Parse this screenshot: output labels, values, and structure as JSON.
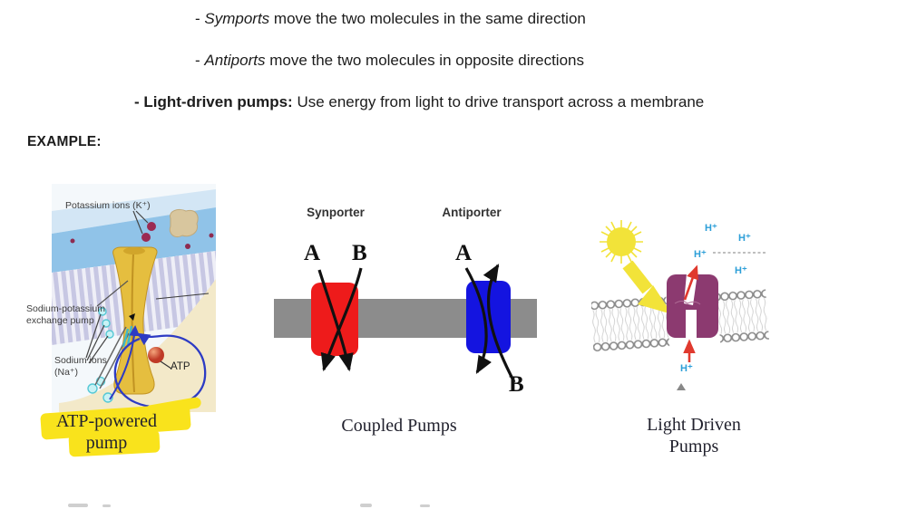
{
  "notes": {
    "bullet_symports": {
      "prefix": "- ",
      "term": "Symports",
      "rest": " move the two molecules in the same direction"
    },
    "bullet_antiports": {
      "prefix": "- ",
      "term": "Antiports",
      "rest": " move the two molecules in opposite directions"
    },
    "bullet_light_driven": {
      "term": "- Light-driven pumps:",
      "rest": " Use energy from light to drive transport across a membrane"
    },
    "example_label": "EXAMPLE:"
  },
  "atp_pump_figure": {
    "label_potassium_ions": "Potassium ions (K⁺)",
    "label_exchange_pump_line1": "Sodium-potassium",
    "label_exchange_pump_line2": "exchange pump",
    "label_sodium_ions_line1": "Sodium ions",
    "label_sodium_ions_line2": "(Na⁺)",
    "label_atp": "ATP",
    "caption_line1": "ATP-powered",
    "caption_line2": "pump"
  },
  "coupled_pumps_figure": {
    "label_synporter": "Synporter",
    "label_antiporter": "Antiporter",
    "molecule_a": "A",
    "molecule_b": "B",
    "caption": "Coupled Pumps"
  },
  "light_pumps_figure": {
    "proton_label": "H⁺",
    "caption_line1": "Light Driven",
    "caption_line2": "Pumps"
  },
  "colors": {
    "highlight_cyan": "#3ae1ef",
    "highlight_yellow": "#f9e31c",
    "synporter_red": "#ee1b1b",
    "antiporter_blue": "#1414e0",
    "membrane_gray": "#8c8c8c",
    "protein_purple": "#8c3a70",
    "proton_blue": "#2d9fd8",
    "annotation_ink_blue": "#2d3bc4",
    "sun_yellow": "#f2e339"
  }
}
